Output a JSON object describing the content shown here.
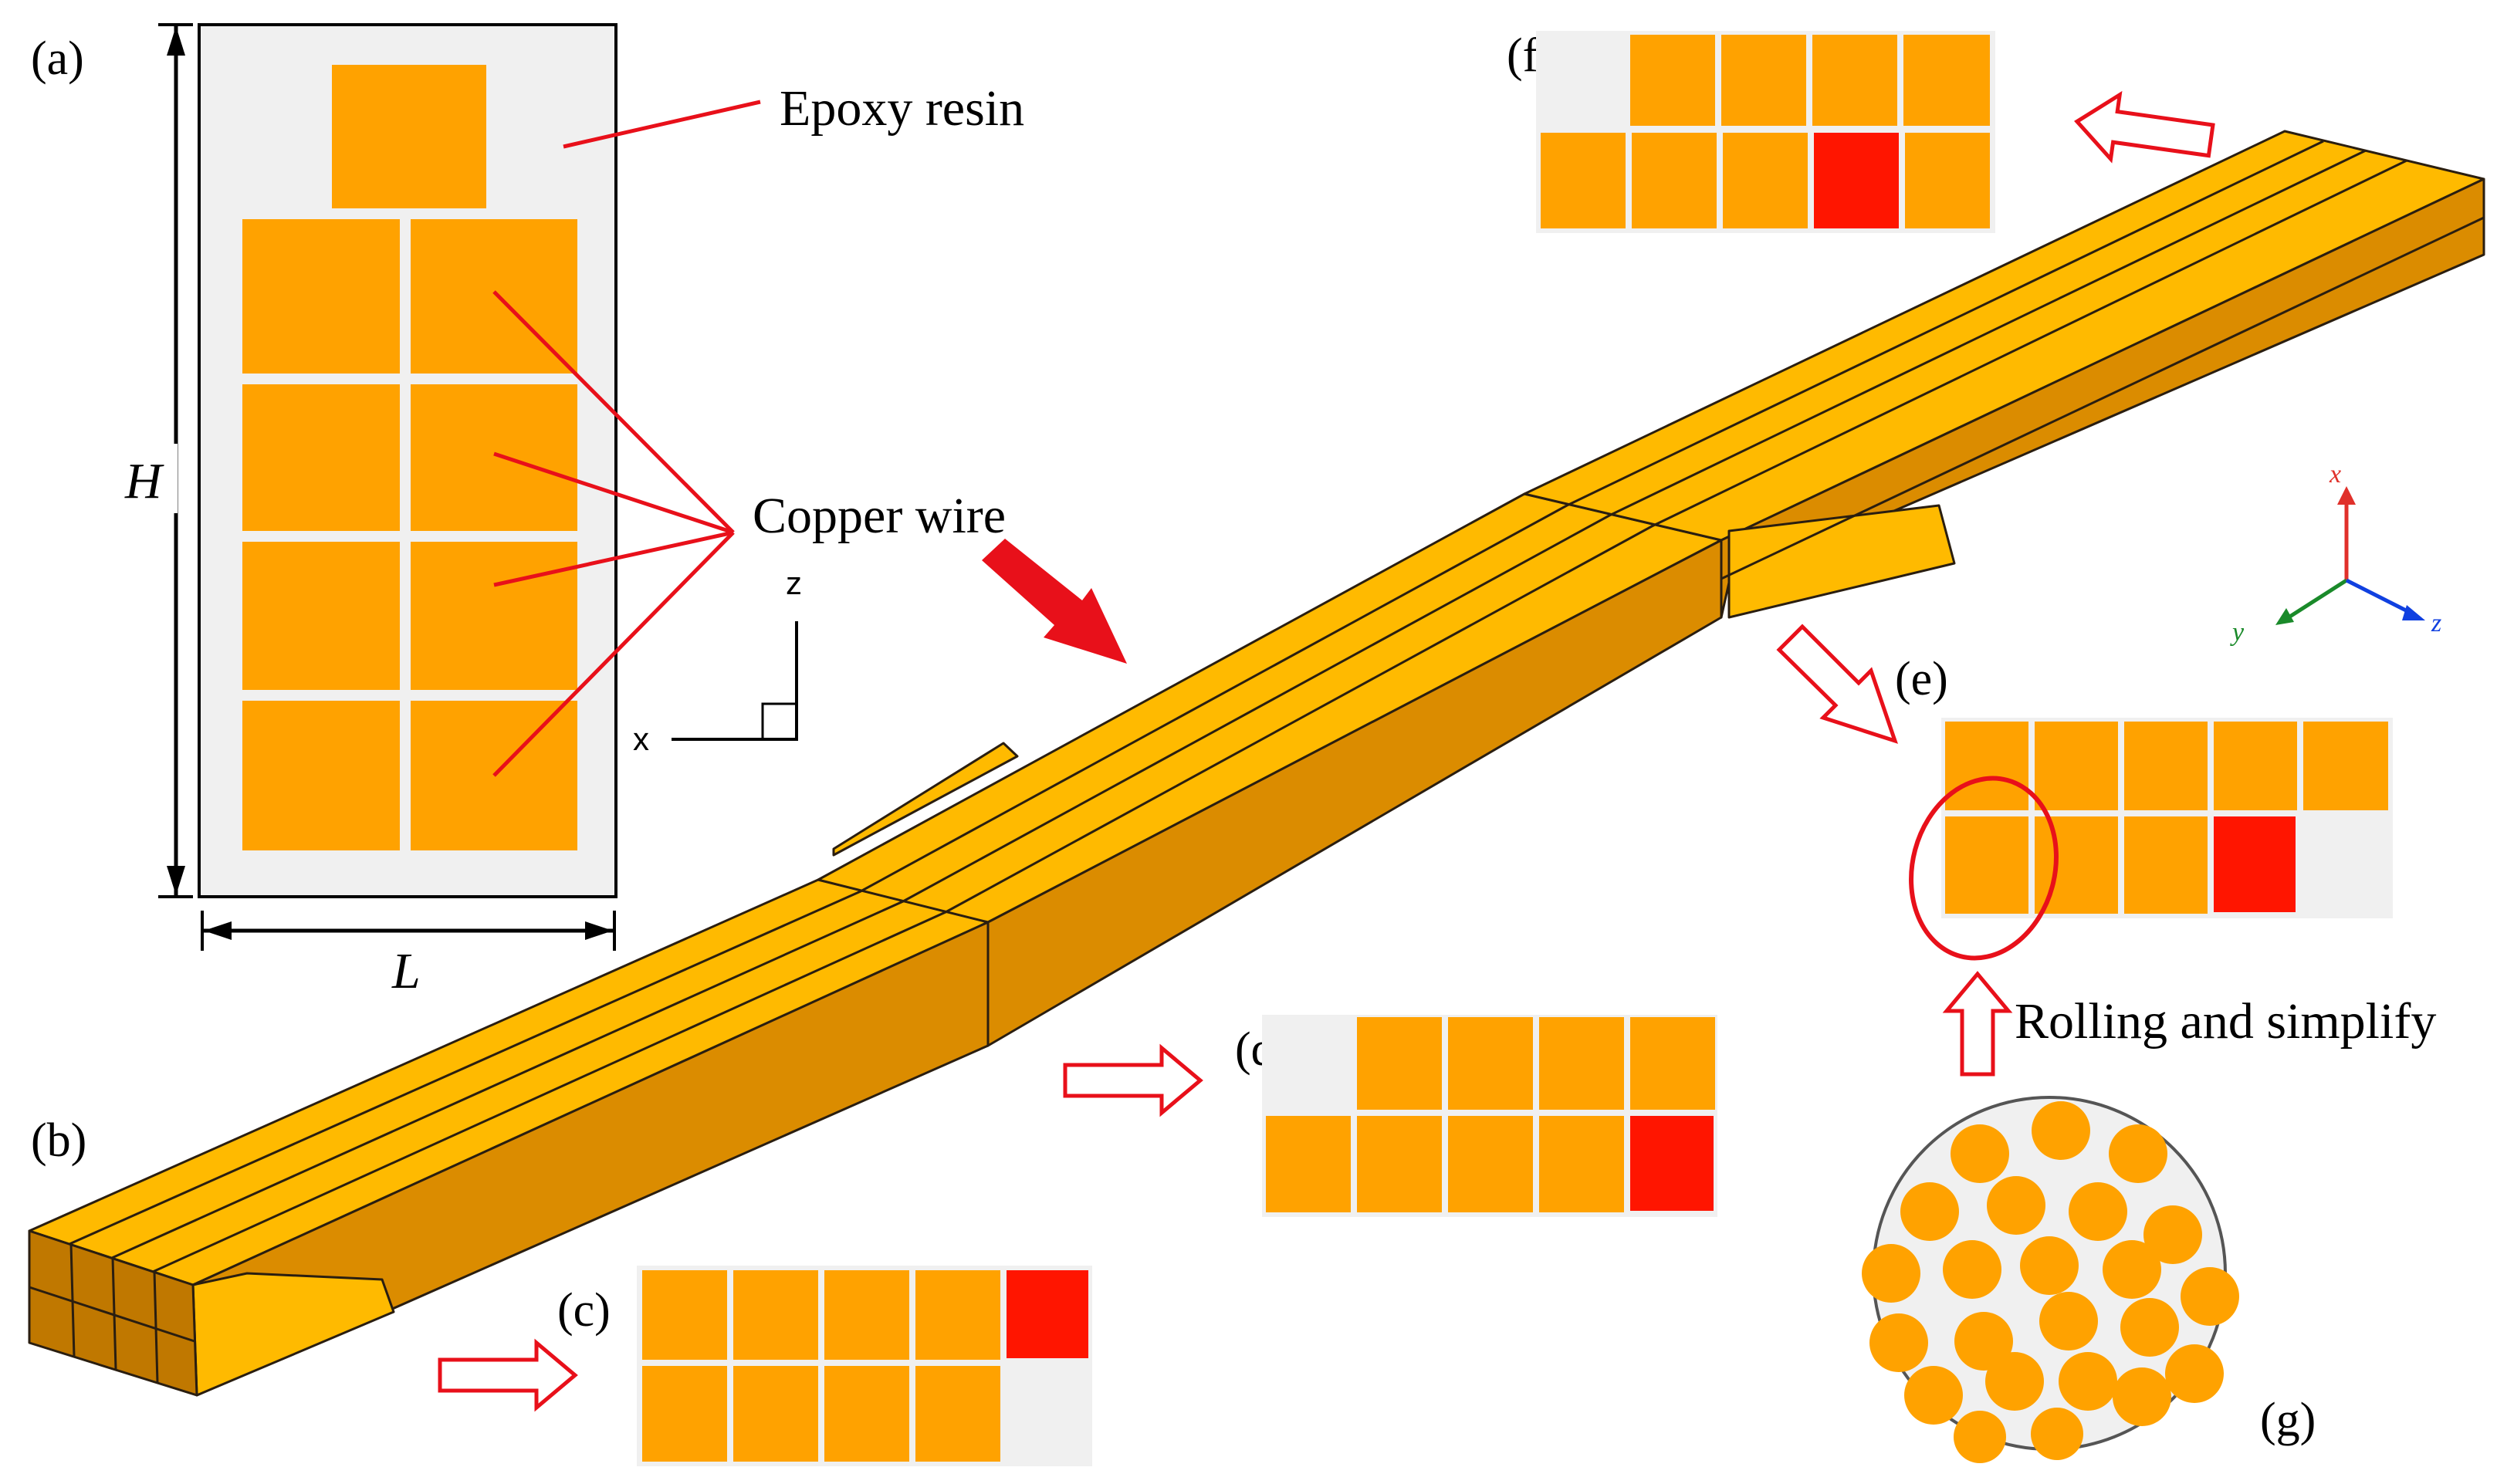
{
  "colors": {
    "copper": "#FFA200",
    "copper_dark": "#DB8A00",
    "epoxy": "#F0F0F0",
    "highlight": "#FF1500",
    "annotation": "#E8101A",
    "strand_top": "#FFBA00",
    "strand_side": "#DB8C00"
  },
  "panel_labels": {
    "a": "(a)",
    "b": "(b)",
    "c": "(c)",
    "d": "(d)",
    "e": "(e)",
    "f": "(f)",
    "g": "(g)"
  },
  "annotations": {
    "epoxy_resin": "Epoxy resin",
    "copper_wire": "Copper wire",
    "rolling": "Rolling and simplify"
  },
  "dimensions": {
    "height": "H",
    "length": "L"
  },
  "coord_axes": {
    "z": "z",
    "x": "x"
  },
  "triad_axes": {
    "x": "x",
    "y": "y",
    "z": "z"
  },
  "icons": [
    "arrow-right-outline-icon",
    "arrow-up-outline-icon",
    "arrow-left-outline-icon",
    "arrow-down-right-outline-icon",
    "solid-arrow-icon",
    "axis-triad-icon",
    "ellipse-highlight-icon"
  ]
}
